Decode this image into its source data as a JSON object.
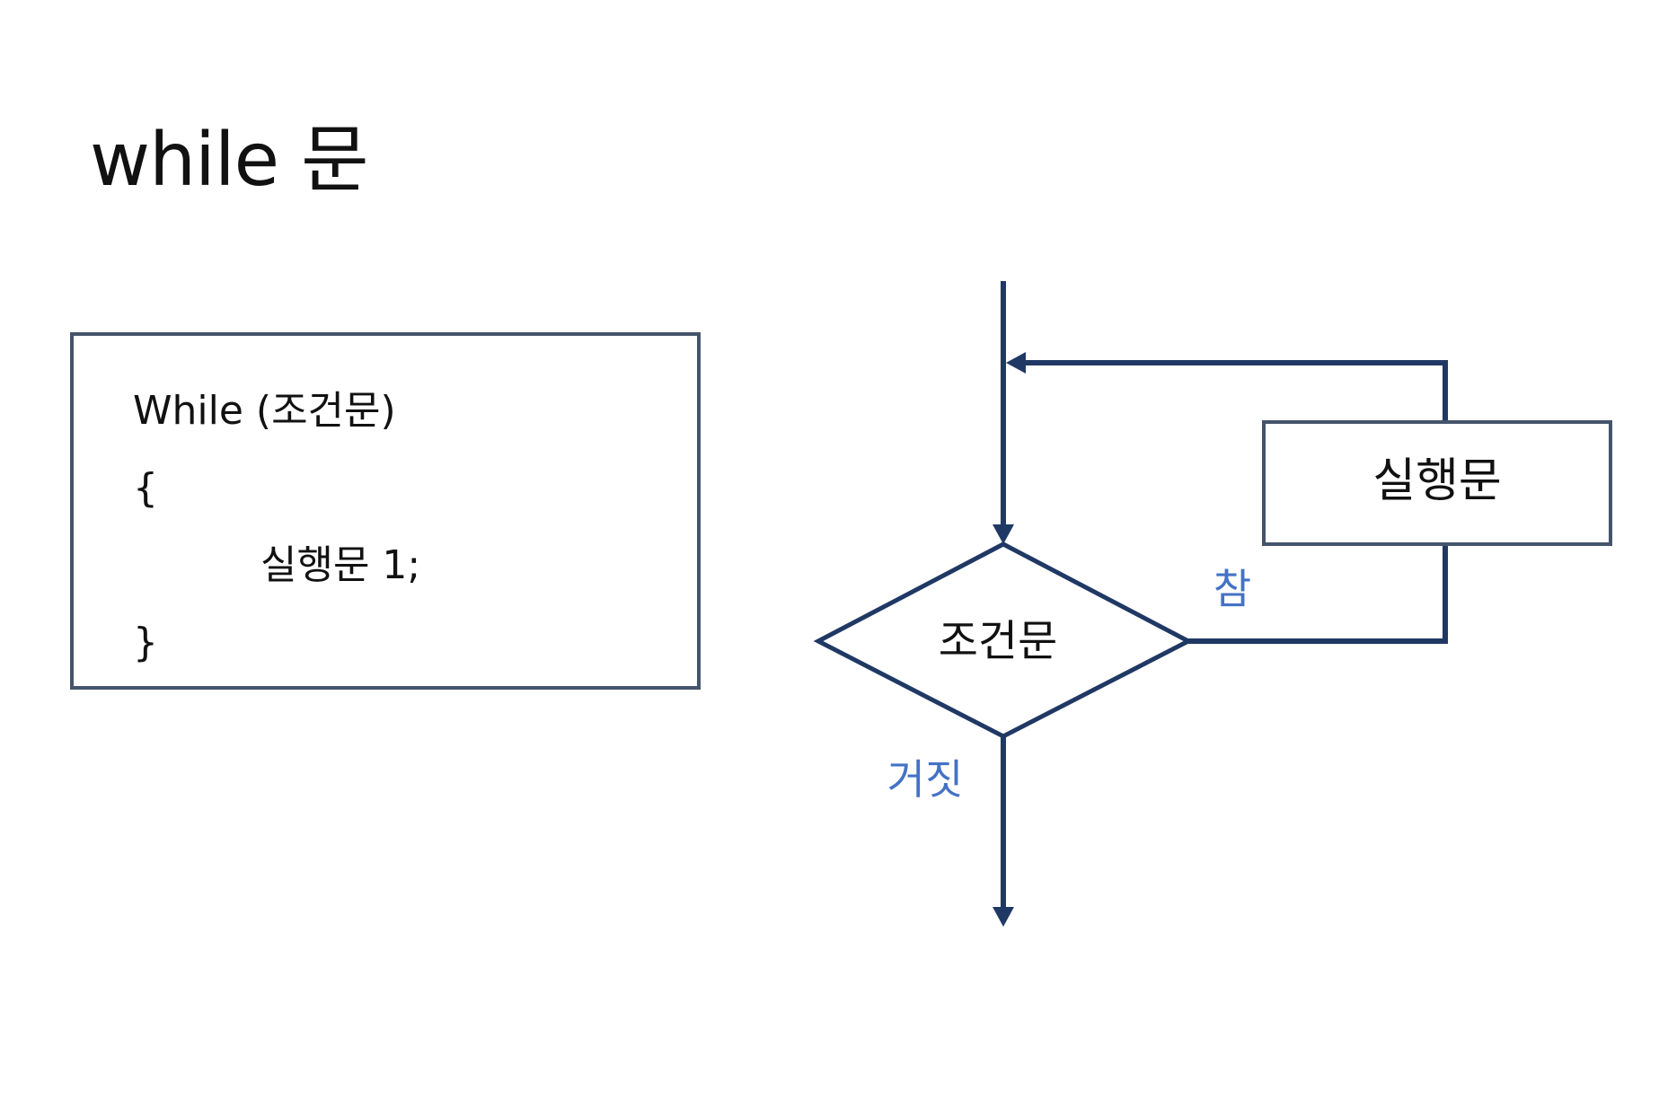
{
  "title": "while 문",
  "code": {
    "lines": [
      "While (조건문)",
      "{",
      "실행문 1;",
      "}"
    ]
  },
  "flowchart": {
    "condition_label": "조건문",
    "statement_label": "실행문",
    "true_label": "참",
    "false_label": "거짓"
  },
  "colors": {
    "line": "#203864",
    "box_border": "#44546a",
    "branch_label": "#4472c4",
    "text": "#111111"
  }
}
